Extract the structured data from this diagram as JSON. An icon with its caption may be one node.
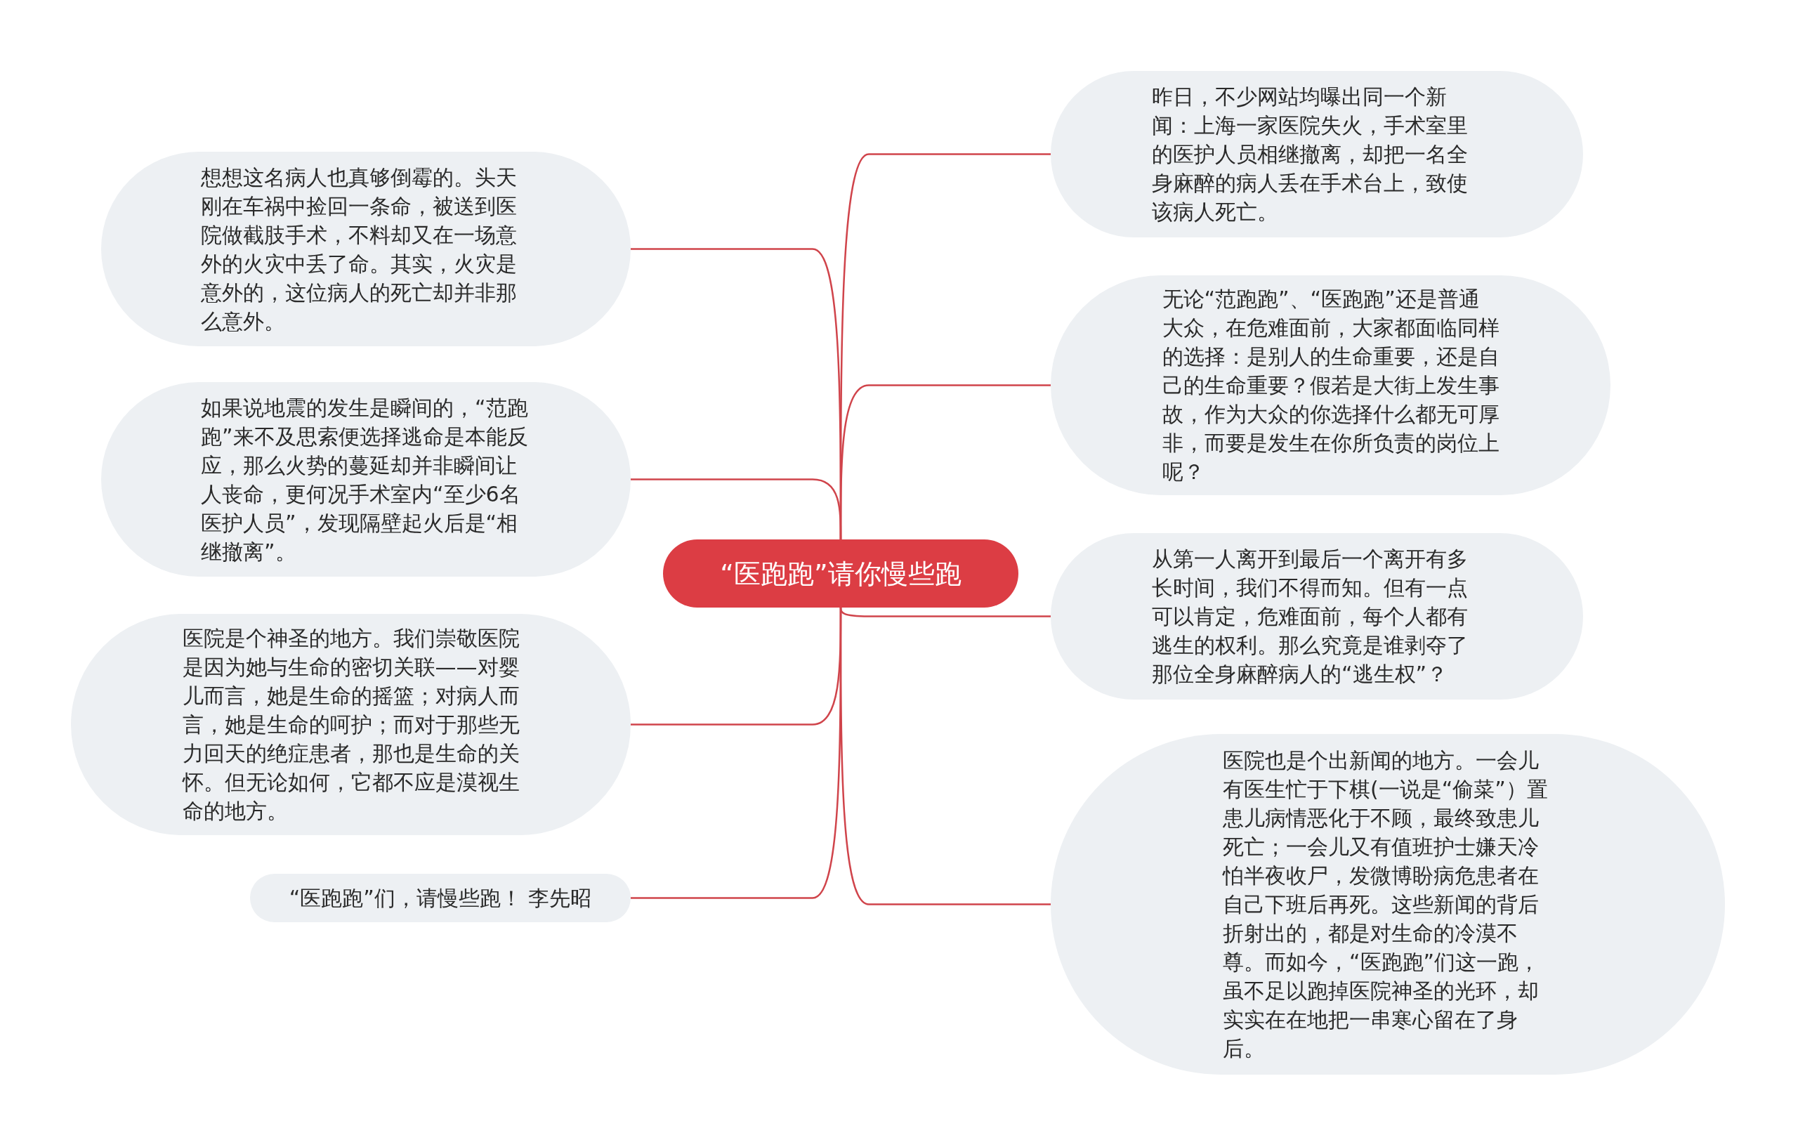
{
  "diagram": {
    "nodes": [
      {
        "text": [
          "“医跑跑”请你慢些跑"
        ]
      },
      {
        "text": [
          "想想这名病人也真够倒霉的。头天刚在车祸中捡回一条命，被送到医院做截肢手术，不料却又在一场意外的火灾中丢了命。其实，火灾是意外的，这位病人的死亡却并非那么意外。"
        ]
      },
      {
        "text": [
          "如果说地震的发生是瞬间的，“范跑跑”来不及思索便选择逃命是本能反应，那么火势的蔓延却并非瞬间让人丧命，更何况手术室内“至少6名医护人员”，发现隔壁起火后是“相继撤离”。"
        ]
      },
      {
        "text": [
          "医院是个神圣的地方。我们崇敬医院是因为她与生命的密切关联——对婴儿而言，她是生命的摇篮；对病人而言，她是生命的呵护；而对于那些无力回天的绝症患者，那也是生命的关怀。但无论如何，它都不应是漠视生命的地方。"
        ]
      },
      {
        "text": [
          "“医跑跑”们，请慢些跑！ 李先昭"
        ]
      },
      {
        "text": [
          "昨日，不少网站均曝出同一个新闻：上海一家医院失火，手术室里的医护人员相继撤离，却把一名全身麻醉的病人丢在手术台上，致使该病人死亡。"
        ]
      },
      {
        "text": [
          "无论“范跑跑”、“医跑跑”还是普通大众，在危难面前，大家都面临同样的选择：是别人的生命重要，还是自己的生命重要？假若是大街上发生事故，作为大众的你选择什么都无可厚非，而要是发生在你所负责的岗位上呢？"
        ]
      },
      {
        "text": [
          "从第一人离开到最后一个离开有多长时间，我们不得而知。但有一点可以肯定，危难面前，每个人都有逃生的权利。那么究竟是谁剥夺了那位全身麻醉病人的“逃生权”？"
        ]
      },
      {
        "text": [
          "医院也是个出新闻的地方。一会儿有医生忙于下棋(一说是“偷菜”）置患儿病情恶化于不顾，最终致患儿死亡；一会儿又有值班护士嫌天冷怕半夜收尸，发微博盼病危患者在自己下班后再死。这些新闻的背后折射出的，都是对生命的冷漠不尊。而如今，“医跑跑”们这一跑，虽不足以跑掉医院神圣的光环，却实实在在地把一串寒心留在了身后。"
        ]
      }
    ],
    "edges": [
      {
        "from": 0,
        "to": 1,
        "arrow": "none"
      },
      {
        "from": 0,
        "to": 2,
        "arrow": "none"
      },
      {
        "from": 0,
        "to": 3,
        "arrow": "none"
      },
      {
        "from": 0,
        "to": 4,
        "arrow": "none"
      },
      {
        "from": 0,
        "to": 5,
        "arrow": "none"
      },
      {
        "from": 0,
        "to": 6,
        "arrow": "none"
      },
      {
        "from": 0,
        "to": 7,
        "arrow": "none"
      },
      {
        "from": 0,
        "to": 8,
        "arrow": "none"
      }
    ]
  }
}
